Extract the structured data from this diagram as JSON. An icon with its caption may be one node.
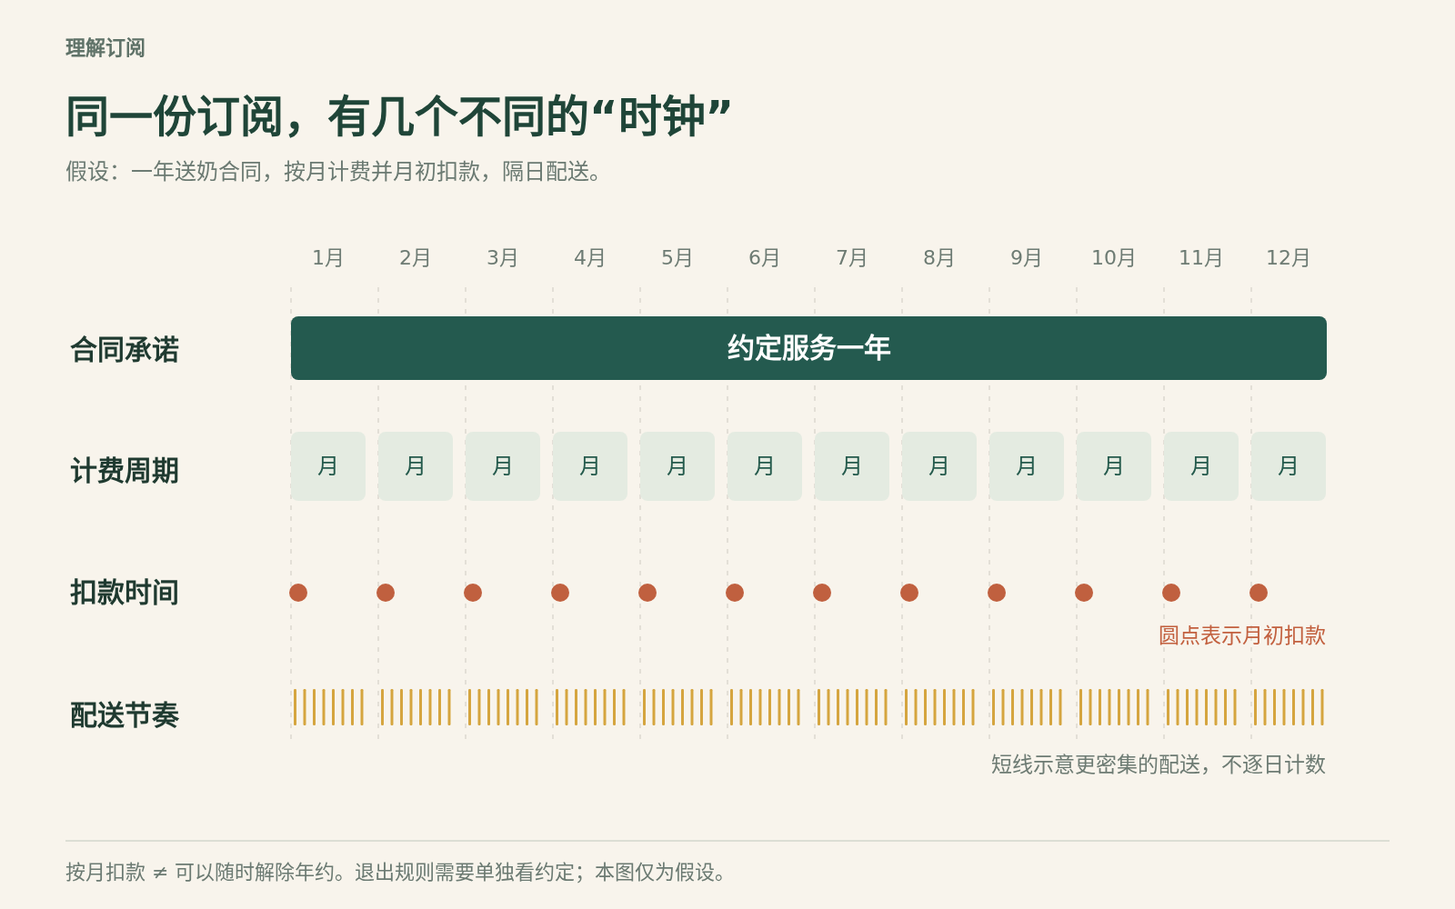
{
  "diagram": {
    "title": "同一份订阅，有几个不同的“时钟”",
    "nodes": [
      {
        "text": [
          "约定服务一年"
        ]
      },
      {
        "text": [
          "月"
        ]
      },
      {
        "text": [
          "月"
        ]
      },
      {
        "text": [
          "月"
        ]
      },
      {
        "text": [
          "月"
        ]
      },
      {
        "text": [
          "月"
        ]
      },
      {
        "text": [
          "月"
        ]
      },
      {
        "text": [
          "月"
        ]
      },
      {
        "text": [
          "月"
        ]
      },
      {
        "text": [
          "月"
        ]
      },
      {
        "text": [
          "月"
        ]
      },
      {
        "text": [
          "月"
        ]
      },
      {
        "text": [
          "月"
        ]
      }
    ],
    "labels": [
      "理解订阅",
      "假设：一年送奶合同，按月计费并月初扣款，隔日配送。",
      "1月",
      "2月",
      "3月",
      "4月",
      "5月",
      "6月",
      "7月",
      "8月",
      "9月",
      "10月",
      "11月",
      "12月",
      "合同承诺",
      "计费周期",
      "扣款时间",
      "圆点表示月初扣款",
      "配送节奏",
      "短线示意更密集的配送，不逐日计数",
      "按月扣款 ≠ 可以随时解除年约。退出规则需要单独看约定；本图仅为假设。"
    ]
  }
}
